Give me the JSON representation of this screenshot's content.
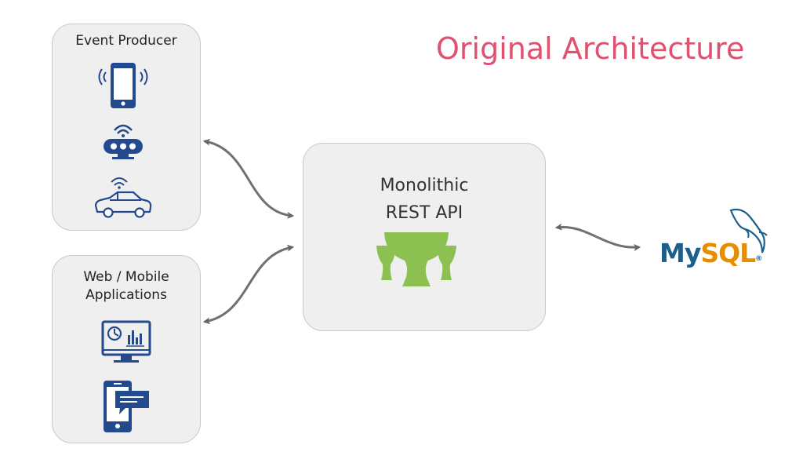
{
  "title": "Original Architecture",
  "producer": {
    "label": "Event Producer",
    "icons": [
      "smartphone-wireless-icon",
      "sensor-device-icon",
      "connected-car-icon"
    ]
  },
  "apps": {
    "label_line1": "Web / Mobile",
    "label_line2": "Applications",
    "icons": [
      "dashboard-monitor-icon",
      "mobile-chat-icon"
    ]
  },
  "api": {
    "label_line1": "Monolithic",
    "label_line2": "REST API",
    "icon": "flask-cup-logo-icon"
  },
  "database": {
    "logo_my": "My",
    "logo_sql": "SQL",
    "logo_mark": "®",
    "icon": "mysql-dolphin-icon"
  },
  "colors": {
    "title": "#e0516f",
    "icon_blue": "#234a8e",
    "api_green": "#8cc152",
    "arrow": "#707070",
    "mysql_blue": "#1b5f8d",
    "mysql_orange": "#e48e00"
  }
}
